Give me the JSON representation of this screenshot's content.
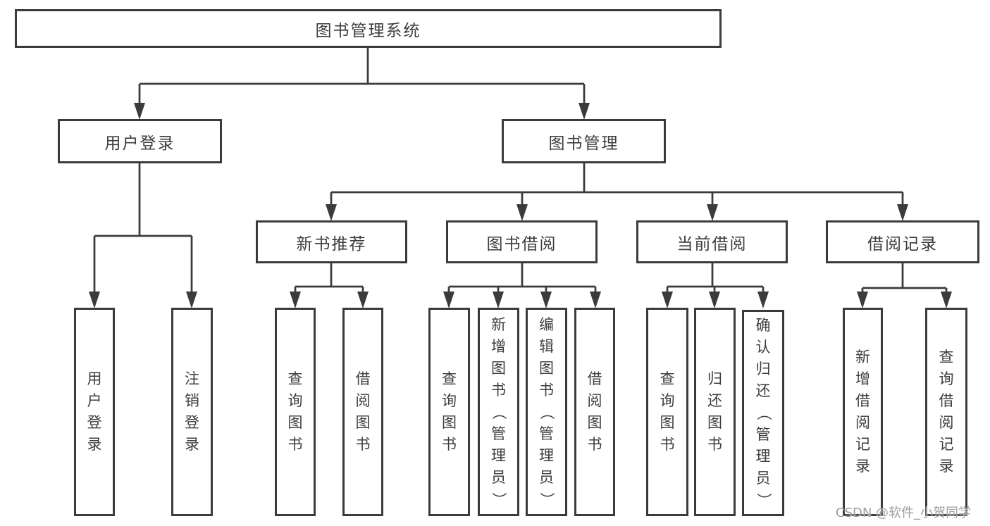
{
  "diagram_title": "图书管理系统",
  "watermark": "CSDN @软件_小贺同学",
  "colors": {
    "line": "#3b3b3b",
    "box_border": "#3b3b3b",
    "text": "#3d3d3d",
    "watermark": "#9e9e9e",
    "background": "#ffffff"
  },
  "tree": {
    "root": {
      "label": "图书管理系统"
    },
    "branches": [
      {
        "label": "用户登录",
        "children": [
          {
            "label": "用户登录"
          },
          {
            "label": "注销登录"
          }
        ]
      },
      {
        "label": "图书管理",
        "children": [
          {
            "label": "新书推荐",
            "children": [
              {
                "label": "查询图书"
              },
              {
                "label": "借阅图书"
              }
            ]
          },
          {
            "label": "图书借阅",
            "children": [
              {
                "label": "查询图书"
              },
              {
                "label": "新增图书（管理员）"
              },
              {
                "label": "编辑图书（管理员）"
              },
              {
                "label": "借阅图书"
              }
            ]
          },
          {
            "label": "当前借阅",
            "children": [
              {
                "label": "查询图书"
              },
              {
                "label": "归还图书"
              },
              {
                "label": "确认归还（管理员）"
              }
            ]
          },
          {
            "label": "借阅记录",
            "children": [
              {
                "label": "新增借阅记录"
              },
              {
                "label": "查询借阅记录"
              }
            ]
          }
        ]
      }
    ]
  }
}
